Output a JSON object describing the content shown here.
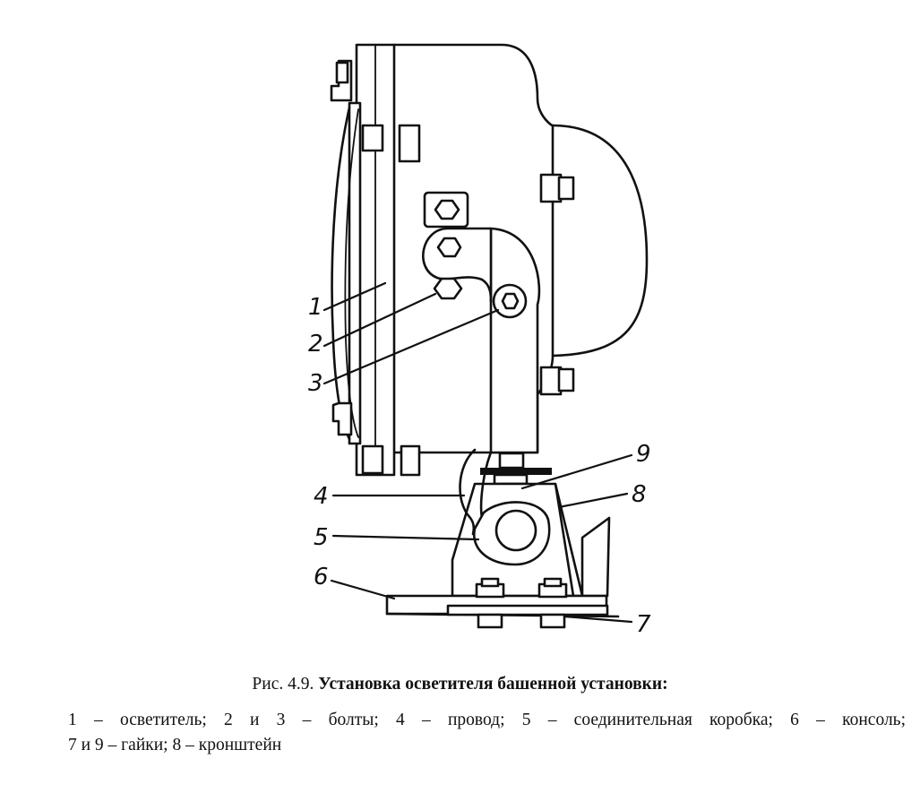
{
  "figure": {
    "callouts": [
      {
        "key": "1",
        "text": "1"
      },
      {
        "key": "2",
        "text": "2"
      },
      {
        "key": "3",
        "text": "3"
      },
      {
        "key": "4",
        "text": "4"
      },
      {
        "key": "5",
        "text": "5"
      },
      {
        "key": "6",
        "text": "6"
      },
      {
        "key": "7",
        "text": "7"
      },
      {
        "key": "8",
        "text": "8"
      },
      {
        "key": "9",
        "text": "9"
      }
    ]
  },
  "caption": {
    "prefix": "Рис. 4.9.",
    "title": "Установка осветителя башенной установки:"
  },
  "legend": {
    "line1": "1 – осветитель; 2 и 3 – болты; 4 – провод; 5 – соединительная коробка; 6 – консоль;",
    "line2": "7 и 9 – гайки; 8 – кронштейн"
  }
}
